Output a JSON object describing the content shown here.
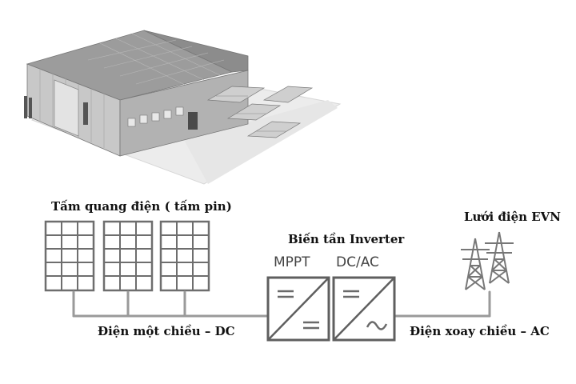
{
  "diagram": {
    "panels_label": "Tấm quang điện ( tấm pin)",
    "inverter_label": "Biến tần Inverter",
    "mppt_label": "MPPT",
    "dcac_label": "DC/AC",
    "grid_label": "Lưới điện EVN",
    "dc_label": "Điện một chiều – DC",
    "ac_label": "Điện xoay chiều – AC"
  },
  "icons": {
    "building": "factory-with-solar-roof-icon",
    "panel": "solar-panel-icon",
    "mppt": "mppt-converter-icon",
    "dcac": "dc-ac-converter-icon",
    "tower": "transmission-tower-icon"
  },
  "colors": {
    "line": "#9a9a9a",
    "panel_stroke": "#6e6e6e",
    "converter_stroke": "#5f5f5f",
    "tower": "#777777"
  }
}
